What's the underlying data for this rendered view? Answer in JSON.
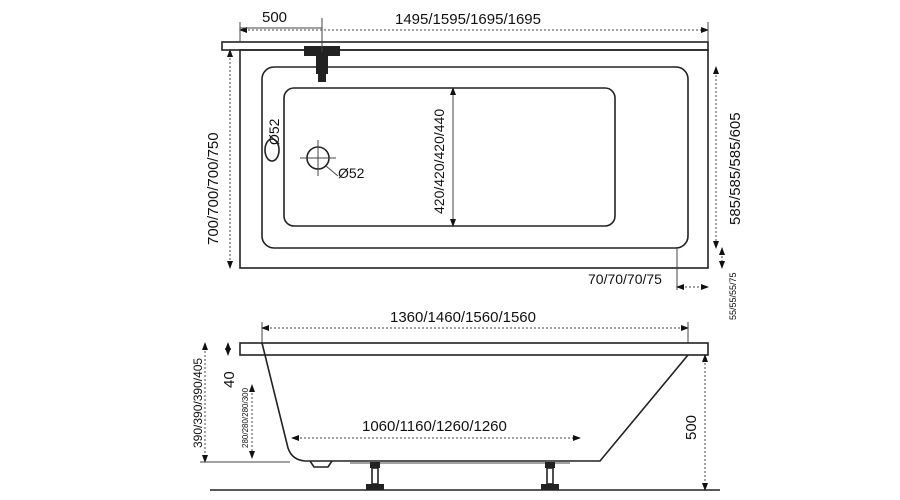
{
  "top_view": {
    "faucet_offset": "500",
    "total_length": "1495/1595/1695/1695",
    "total_width": "700/700/700/750",
    "inner_width": "585/585/585/605",
    "basin_width": "420/420/420/440",
    "overflow_diameter": "Ø52",
    "drain_diameter": "Ø52",
    "side_margin": "70/70/70/75",
    "front_margin": "55/55/55/75"
  },
  "side_view": {
    "top_length": "1360/1460/1560/1560",
    "bottom_length": "1060/1160/1260/1260",
    "total_height": "390/390/390/405",
    "rim_height": "40",
    "basin_depth": "280/280/280/300",
    "floor_height": "500"
  }
}
